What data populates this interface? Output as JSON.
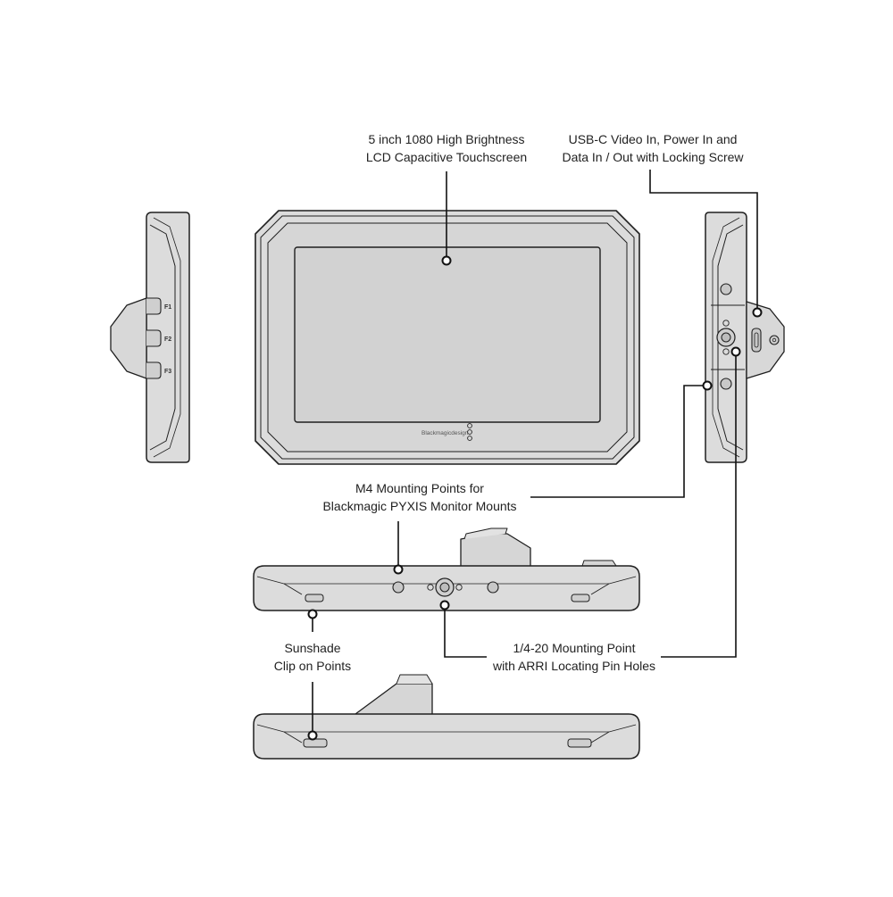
{
  "callouts": {
    "lcd": [
      "5 inch 1080 High Brightness",
      "LCD Capacitive Touchscreen"
    ],
    "usbc": [
      "USB-C Video In, Power In and",
      "Data In / Out with Locking Screw"
    ],
    "m4": [
      "M4 Mounting Points for",
      "Blackmagic PYXIS Monitor Mounts"
    ],
    "sunshade": [
      "Sunshade",
      "Clip on Points"
    ],
    "quarter": [
      "1/4-20 Mounting Point",
      "with ARRI Locating Pin Holes"
    ]
  },
  "function_keys": [
    "F1",
    "F2",
    "F3"
  ],
  "brand_mark": "Blackmagicdesign",
  "colors": {
    "body_fill": "#dcdcdc",
    "screen_fill": "#d2d2d2",
    "outline": "#1f1f1f",
    "leader": "#111111"
  }
}
